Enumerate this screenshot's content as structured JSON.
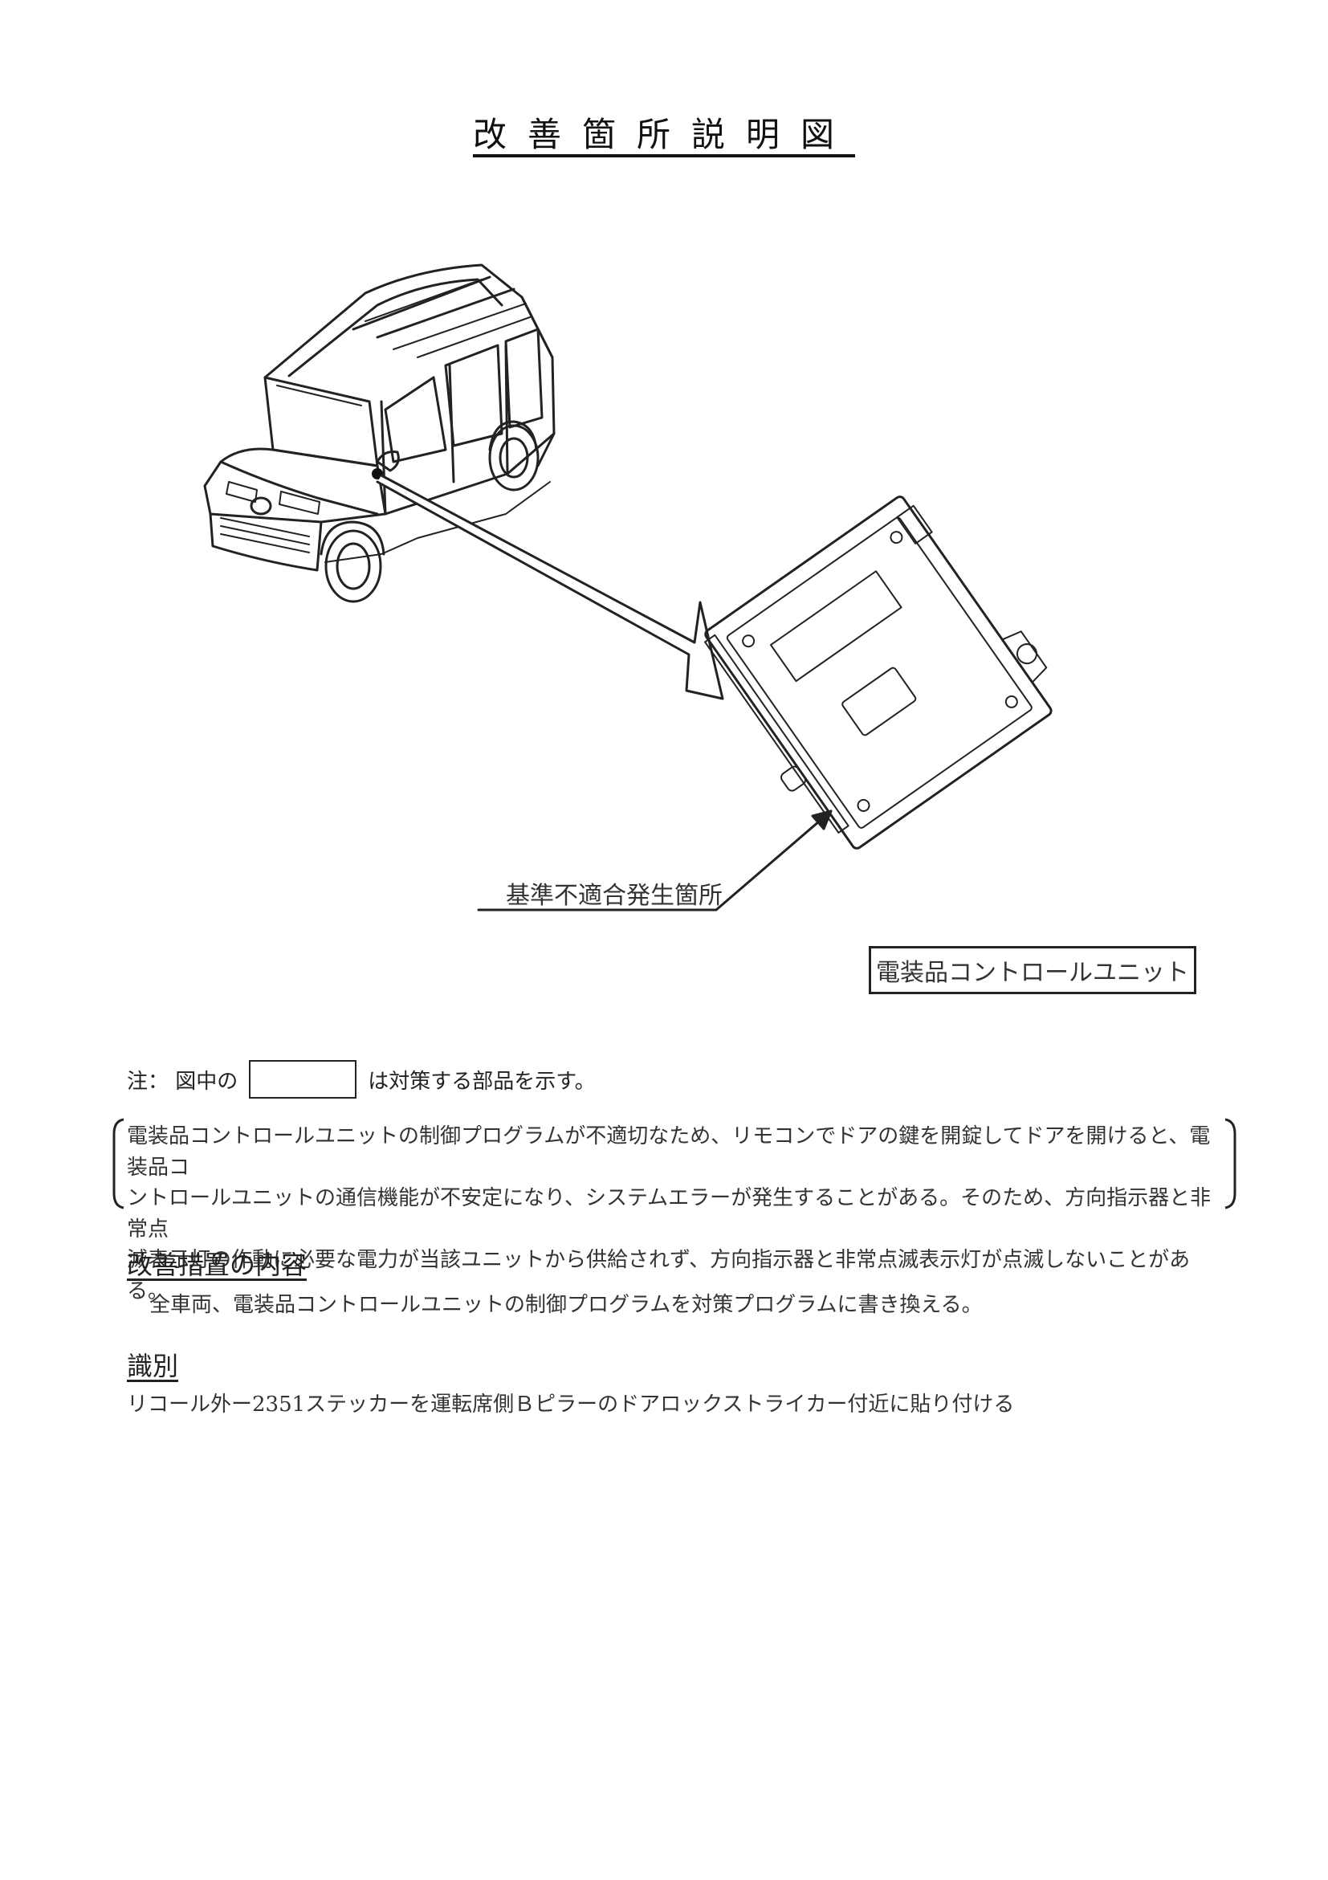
{
  "title": "改善箇所説明図",
  "figure": {
    "callout_label": "基準不適合発生箇所",
    "part_name": "電装品コントロールユニット"
  },
  "note": {
    "prefix": "注：  図中の",
    "suffix": "は対策する部品を示す。"
  },
  "defect_description": [
    "電装品コントロールユニットの制御プログラムが不適切なため、リモコンでドアの鍵を開錠してドアを開けると、電装品コ",
    "ントロールユニットの通信機能が不安定になり、システムエラーが発生することがある。そのため、方向指示器と非常点",
    "滅表示灯の作動に必要な電力が当該ユニットから供給されず、方向指示器と非常点滅表示灯が点滅しないことがある。"
  ],
  "remedy": {
    "heading": "改善措置の内容",
    "text": "全車両、電装品コントロールユニットの制御プログラムを対策プログラムに書き換える。"
  },
  "identification": {
    "heading": "識別",
    "text": "リコール外ー2351ステッカーを運転席側Ｂピラーのドアロックストライカー付近に貼り付ける"
  }
}
